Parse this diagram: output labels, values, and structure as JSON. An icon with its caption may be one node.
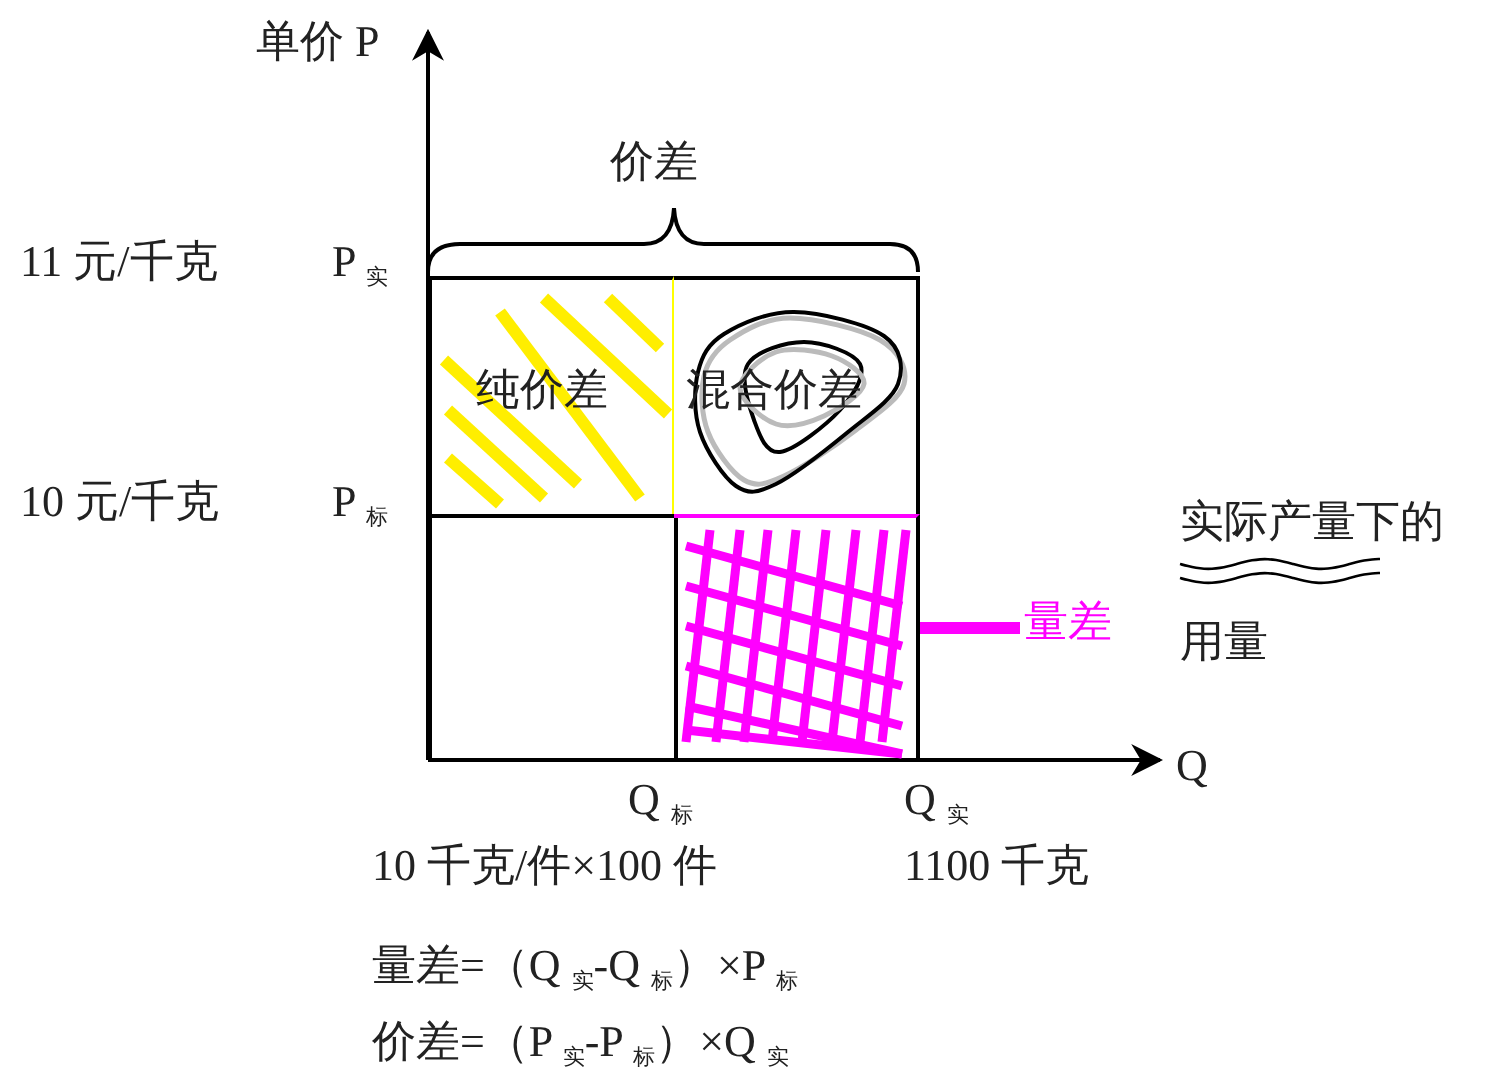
{
  "diagram": {
    "nodes": [
      {
        "text": [
          "纯价差"
        ]
      },
      {
        "text": [
          "混合价差"
        ]
      },
      {
        "text": [],
        "shape": "box"
      },
      {
        "text": [],
        "shape": "box"
      },
      {
        "text": [
          "量差"
        ]
      }
    ],
    "edges": [
      {
        "from": 4,
        "to": 3,
        "arrow": "none",
        "color": "#ff00ff"
      }
    ],
    "labels": [
      "单价 P",
      "价差",
      "11 元/千克",
      "P $_{实}$",
      "10 元/千克",
      "P $_{标}$",
      "实际产量下的",
      "用量",
      "Q",
      "Q $_{标}$",
      "Q $_{实}$",
      "10 千克/件×100 件",
      "1100 千克",
      "量差=（Q $_{实}$-Q $_{标}$）×P $_{标}$",
      "价差=（P $_{实}$-P $_{标}$）×Q $_{实}$"
    ]
  }
}
